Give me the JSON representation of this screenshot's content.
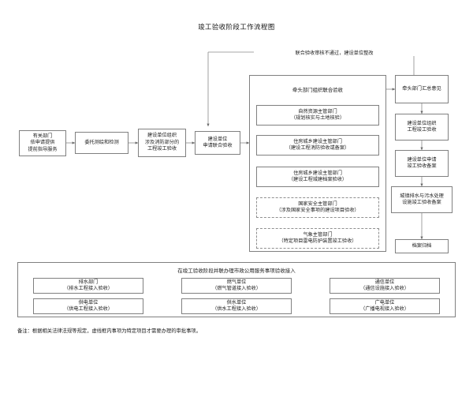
{
  "page": {
    "title": "竣工验收阶段工作流程图",
    "footnote": "备注：根据相关法律法规等规定，虚线框内事项为特定项目才需要办理的审批事项。"
  },
  "colors": {
    "border": "#808080",
    "dashed_border": "#909090",
    "text": "#1a1a1a",
    "background": "#ffffff",
    "arrow": "#666666"
  },
  "main_flow": {
    "nodes": [
      {
        "id": "n1",
        "label": "有关部门\n依申请提供\n提前指导服务"
      },
      {
        "id": "n2",
        "label": "委托测绘和检测"
      },
      {
        "id": "n3",
        "label": "建设单位组织\n涉及消防部分的\n工程竣工验收"
      },
      {
        "id": "n4",
        "label": "建设单位\n申请联合验收"
      }
    ]
  },
  "loop": {
    "label": "联合验收审核不通过，建设单位整改"
  },
  "joint_acceptance": {
    "title": "牵头部门组织联合验收",
    "departments": [
      {
        "name": "自然资源主管部门",
        "detail": "（规划核实与土地核验）",
        "dashed": false
      },
      {
        "name": "住房城乡建设主管部门",
        "detail": "（建设工程消防验收或备案）",
        "dashed": false
      },
      {
        "name": "住房城乡建设主管部门",
        "detail": "（建设工程城建档案验收）",
        "dashed": false
      },
      {
        "name": "国家安全主管部门",
        "detail": "（涉及国家安全事项的建设项目验收）",
        "dashed": true
      },
      {
        "name": "气象主管部门",
        "detail": "（特定项目雷电防护装置竣工验收）",
        "dashed": true
      }
    ]
  },
  "right_column": {
    "nodes": [
      {
        "id": "r1",
        "label": "牵头部门汇总意见"
      },
      {
        "id": "r2",
        "label": "建设单位组织\n工程竣工验收"
      },
      {
        "id": "r3",
        "label": "建设单位申请\n竣工验收备案"
      },
      {
        "id": "r4",
        "label": "城镇排水与污水处理\n设施竣工验收备案"
      },
      {
        "id": "r5",
        "label": "档案归档"
      }
    ]
  },
  "municipal_services": {
    "title": "在竣工验收阶段并联办理市政公用服务事项验收接入",
    "items": [
      {
        "name": "排水部门",
        "detail": "（排水工程接入验收）"
      },
      {
        "name": "燃气单位",
        "detail": "（燃气管道接入验收）"
      },
      {
        "name": "通信单位",
        "detail": "（通信设施接入验收）"
      },
      {
        "name": "供电单位",
        "detail": "（供电工程接入验收）"
      },
      {
        "name": "供水单位",
        "detail": "（供水工程接入验收）"
      },
      {
        "name": "广电单位",
        "detail": "（广播电视接入验收）"
      }
    ]
  }
}
